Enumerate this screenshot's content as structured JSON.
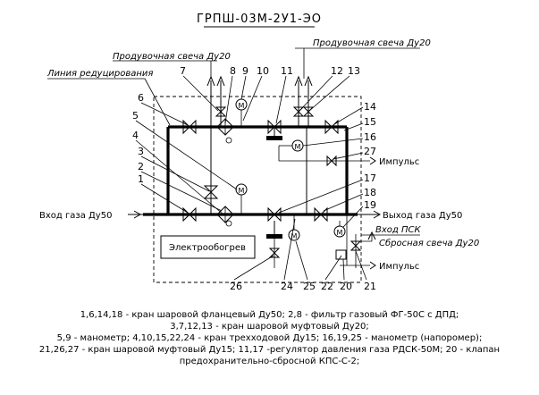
{
  "title": "ГРПШ-03М-2У1-ЭО",
  "labels": {
    "purge_left": "Продувочная свеча Ду20",
    "purge_right": "Продувочная свеча Ду20",
    "reduction_line": "Линия редуцирования",
    "gas_in": "Вход газа Ду50",
    "gas_out": "Выход газа Ду50",
    "psk_in": "Вход ПСК",
    "discharge": "Сбросная свеча Ду20",
    "impulse_top": "Импульс",
    "impulse_bottom": "Импульс",
    "heater": "Электрообогрев"
  },
  "callouts": [
    "1",
    "2",
    "3",
    "4",
    "5",
    "6",
    "7",
    "8",
    "9",
    "10",
    "11",
    "12",
    "13",
    "14",
    "15",
    "16",
    "27",
    "17",
    "18",
    "19",
    "26",
    "24",
    "25",
    "22",
    "20",
    "21"
  ],
  "legend": [
    "1,6,14,18 - кран шаровой фланцевый Ду50; 2,8 - фильтр газовый ФГ-50С с ДПД;",
    "3,7,12,13 - кран шаровой муфтовый Ду20;",
    "5,9 - манометр; 4,10,15,22,24 - кран трехходовой Ду15; 16,19,25 - манометр (напоромер);",
    "21,26,27 - кран шаровой муфтовый Ду15; 11,17 -регулятор давления газа РДСК-50М; 20 - клапан",
    "предохранительно-сбросной КПС-С-2;"
  ]
}
